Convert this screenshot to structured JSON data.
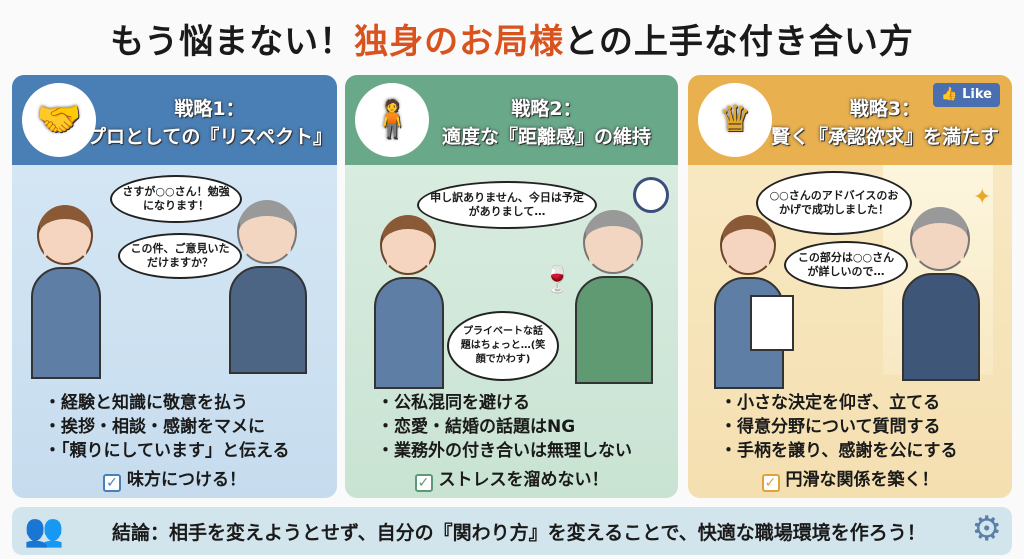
{
  "title": {
    "before": "もう悩まない！",
    "accent": "独身のお局様",
    "after": "との上手な付き合い方"
  },
  "colors": {
    "accent": "#d9531e",
    "strategy1": "#4a7fb5",
    "strategy2": "#6aa88a",
    "strategy3": "#e8b04e"
  },
  "strategies": [
    {
      "label": "戦略1：",
      "title": "プロとしての『リスペクト』",
      "icon": "handshake-brain-icon",
      "bubbles": [
        "さすが○○さん！勉強になります！",
        "この件、ご意見いただけますか？"
      ],
      "bullets": [
        "・経験と知識に敬意を払う",
        "・挨拶・相談・感謝をマメに",
        "・「頼りにしています」と伝える"
      ],
      "result": "味方につける！"
    },
    {
      "label": "戦略2：",
      "title": "適度な『距離感』の維持",
      "icon": "distance-partition-icon",
      "bubbles": [
        "申し訳ありません、今日は予定がありまして…",
        "プライベートな話題はちょっと…(笑顔でかわす)"
      ],
      "bullets": [
        "・公私混同を避ける",
        "・恋愛・結婚の話題はNG",
        "・業務外の付き合いは無理しない"
      ],
      "result": "ストレスを溜めない！"
    },
    {
      "label": "戦略3：",
      "title": "賢く『承認欲求』を満たす",
      "icon": "crown-icon",
      "badge": "Like",
      "bubbles": [
        "○○さんのアドバイスのおかげで成功しました！",
        "この部分は○○さんが詳しいので…"
      ],
      "bullets": [
        "・小さな決定を仰ぎ、立てる",
        "・得意分野について質問する",
        "・手柄を譲り、感謝を公にする"
      ],
      "result": "円滑な関係を築く！"
    }
  ],
  "conclusion": "結論：相手を変えようとせず、自分の『関わり方』を変えることで、快適な職場環境を作ろう！"
}
